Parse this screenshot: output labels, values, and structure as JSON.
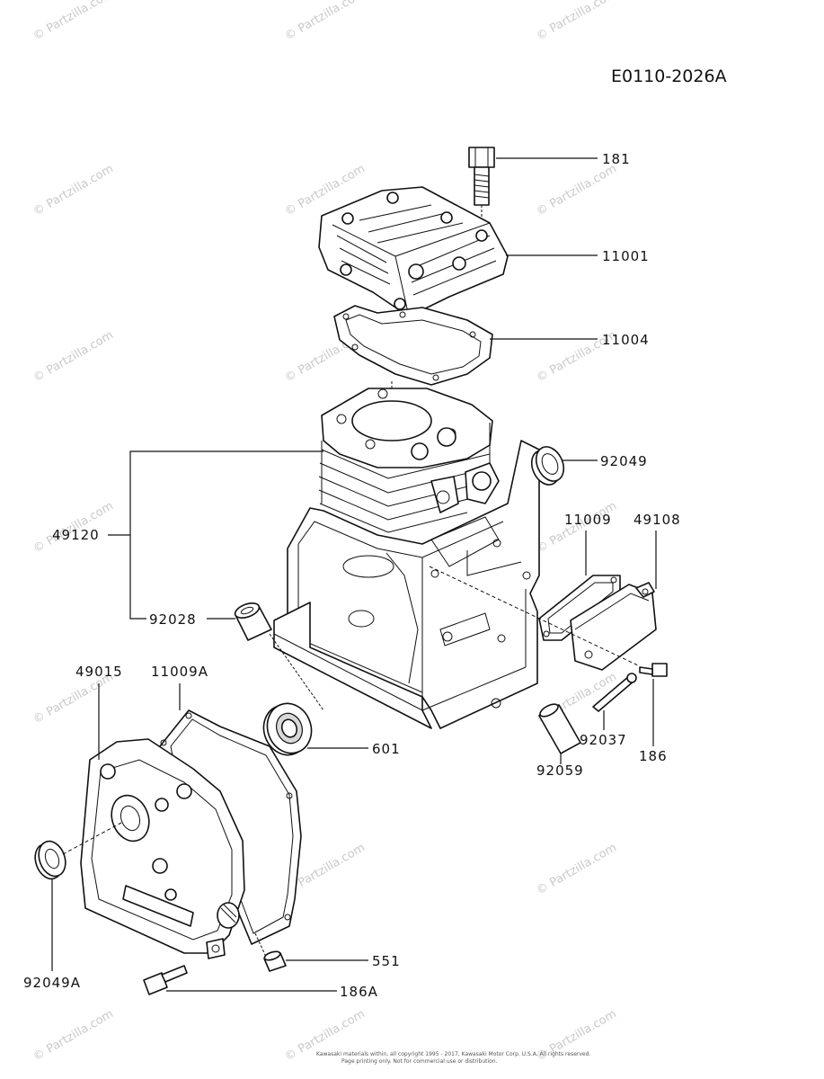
{
  "diagram_code": "E0110-2026A",
  "watermark": "© Partzilla.com",
  "footer": {
    "line1": "Kawasaki materials within, all copyright 1995 - 2017, Kawasaki Motor Corp. U.S.A. All rights reserved.",
    "line2": "Page printing only. Not for commercial use or distribution."
  },
  "callouts": {
    "p181": "181",
    "p11001": "11001",
    "p11004": "11004",
    "p92049": "92049",
    "p49120": "49120",
    "p11009": "11009",
    "p49108": "49108",
    "p92028": "92028",
    "p49015": "49015",
    "p11009A": "11009A",
    "p601": "601",
    "p92037": "92037",
    "p186": "186",
    "p92059": "92059",
    "p551": "551",
    "p92049A": "92049A",
    "p186A": "186A"
  }
}
